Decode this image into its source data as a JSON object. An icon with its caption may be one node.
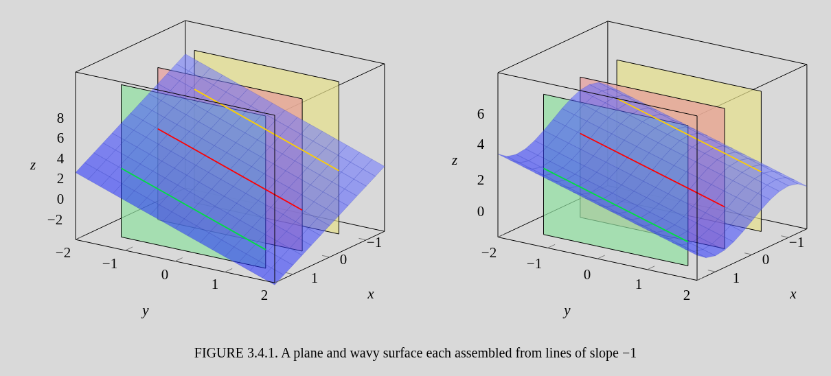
{
  "diagram": {
    "caption": "FIGURE 3.4.1. A plane and wavy surface each assembled from lines of slope −1",
    "labels": [
      "8",
      "6",
      "4",
      "2",
      "0",
      "−2",
      "z",
      "−2",
      "−1",
      "0",
      "1",
      "2",
      "y",
      "−1",
      "0",
      "1",
      "x",
      "6",
      "4",
      "2",
      "0",
      "z",
      "−2",
      "−1",
      "0",
      "1",
      "2",
      "y",
      "−1",
      "0",
      "1",
      "x"
    ]
  }
}
